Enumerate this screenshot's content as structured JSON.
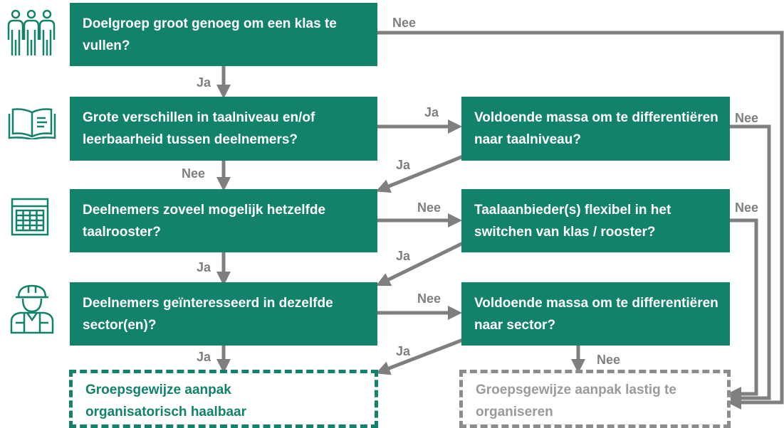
{
  "colors": {
    "box_fill": "#12826a",
    "arrow": "#7f7f7f",
    "label": "#7f7f7f",
    "good_outcome": "#12826a",
    "bad_outcome": "#8c8c8c"
  },
  "icons": [
    "people-group-icon",
    "open-book-icon",
    "calendar-icon",
    "construction-worker-icon"
  ],
  "boxes": {
    "q1": "Doelgroep groot genoeg om een klas te vullen?",
    "q2": "Grote verschillen in taalniveau en/of leerbaarheid tussen deelnemers?",
    "q2b": "Voldoende massa om te differentiëren naar taalniveau?",
    "q3": "Deelnemers zoveel mogelijk hetzelfde taalrooster?",
    "q3b": "Taalaanbieder(s) flexibel in het switchen van klas / rooster?",
    "q4": "Deelnemers geïnteresseerd in dezelfde sector(en)?",
    "q4b": "Voldoende massa om te differentiëren naar sector?"
  },
  "outcomes": {
    "good": "Groepsgewijze aanpak organisatorisch haalbaar",
    "bad": "Groepsgewijze aanpak lastig te organiseren"
  },
  "labels": {
    "q1_no": "Nee",
    "q1_yes": "Ja",
    "q2_yes": "Ja",
    "q2_no": "Nee",
    "q2b_no": "Nee",
    "q2b_yes": "Ja",
    "q3_no": "Nee",
    "q3b_no": "Nee",
    "q3b_yes": "Ja",
    "q3_yes": "Ja",
    "q4_no": "Nee",
    "q4_yes": "Ja",
    "q4b_yes": "Ja",
    "q4b_no": "Nee"
  }
}
